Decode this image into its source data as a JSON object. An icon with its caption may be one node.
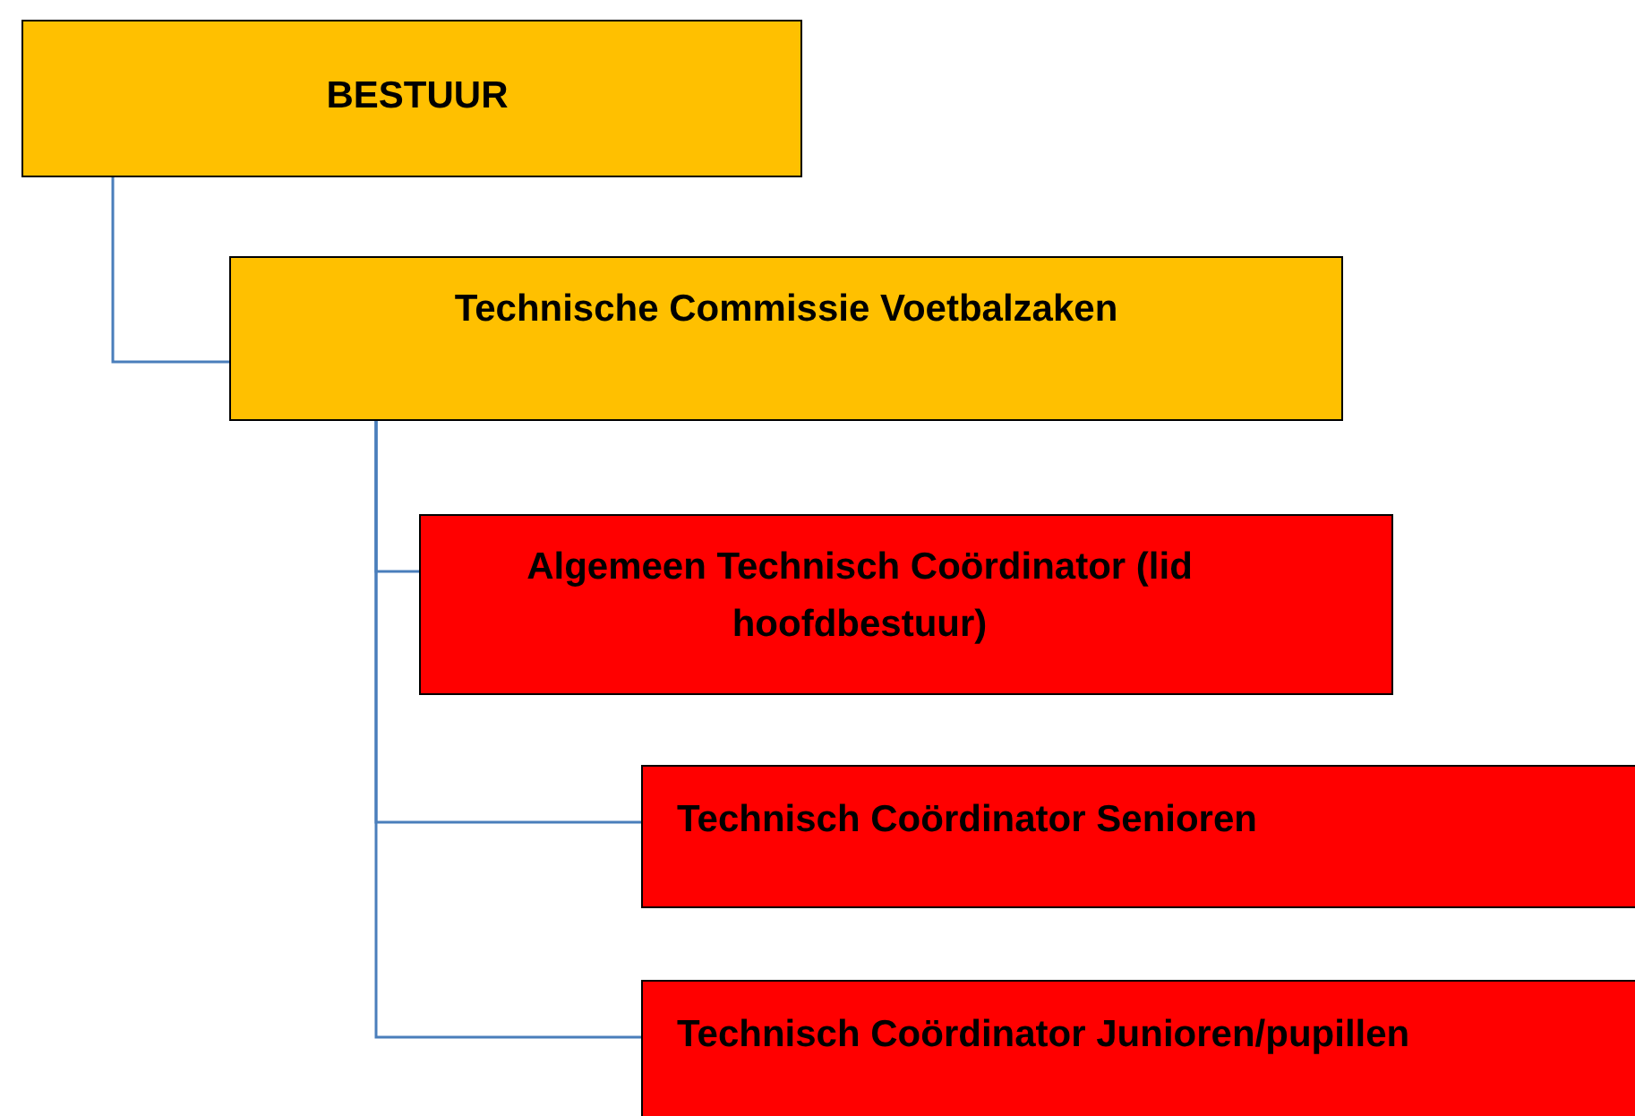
{
  "diagram": {
    "nodes": [
      {
        "text": [
          "BESTUUR"
        ]
      },
      {
        "text": [
          "Technische Commissie Voetbalzaken"
        ]
      },
      {
        "text": [
          "Algemeen Technisch Coördinator (lid hoofdbestuur)"
        ]
      },
      {
        "text": [
          "Technisch Coördinator Senioren"
        ]
      },
      {
        "text": [
          "Technisch Coördinator Junioren/pupillen"
        ]
      }
    ],
    "edges": [
      {
        "from": 0,
        "to": 1,
        "arrow": "none"
      },
      {
        "from": 1,
        "to": 2,
        "arrow": "none"
      },
      {
        "from": 1,
        "to": 3,
        "arrow": "none"
      },
      {
        "from": 1,
        "to": 4,
        "arrow": "none"
      }
    ]
  }
}
